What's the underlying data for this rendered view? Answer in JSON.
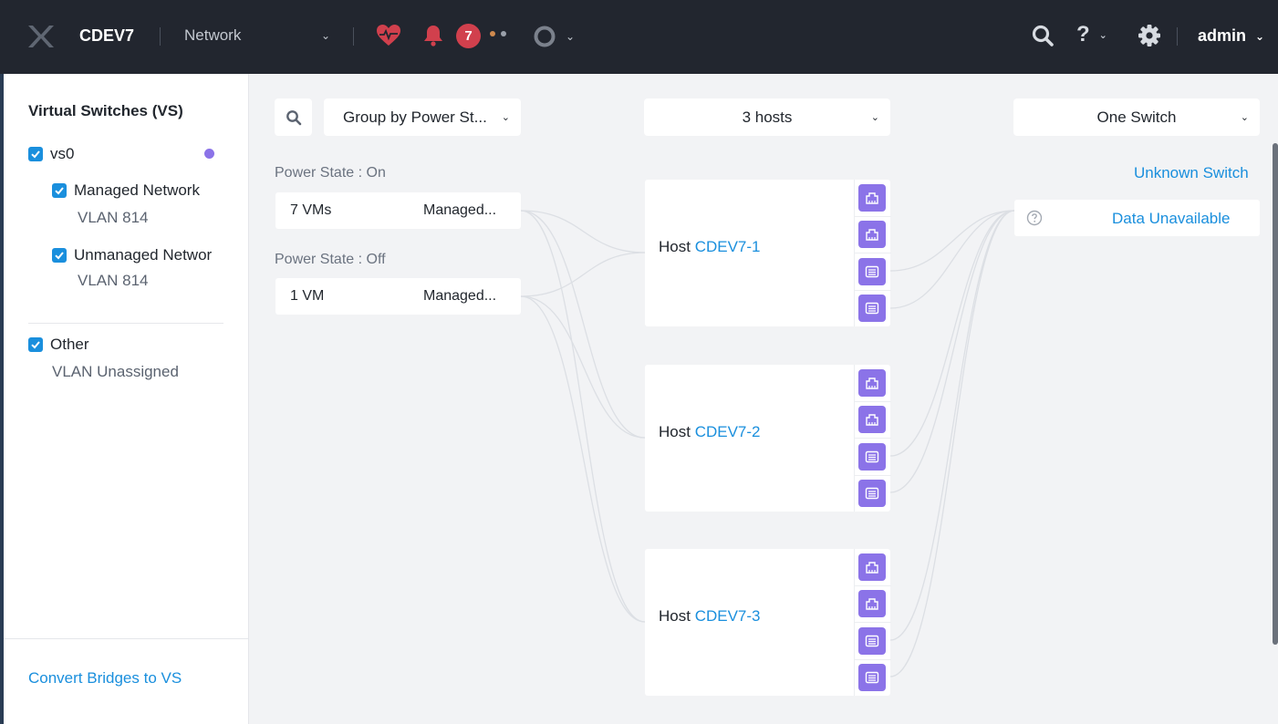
{
  "header": {
    "cluster_name": "CDEV7",
    "menu_label": "Network",
    "alert_count": "7",
    "user_label": "admin",
    "icons": [
      "nutanix-x-logo",
      "heart-icon",
      "bell-icon",
      "status-dots",
      "ring-icon",
      "search-icon",
      "help-icon",
      "gear-icon"
    ],
    "colors": {
      "bar": "#22262f",
      "alert": "#d1404d",
      "dot_orange": "#d08a4e",
      "dot_gray": "#9aa0aa"
    }
  },
  "sidebar": {
    "title": "Virtual Switches (VS)",
    "switches": [
      {
        "name": "vs0",
        "checked": true,
        "networks": [
          {
            "name": "Managed Network",
            "vlan": "VLAN 814",
            "checked": true
          },
          {
            "name": "Unmanaged Networ",
            "vlan": "VLAN 814",
            "checked": true
          }
        ]
      }
    ],
    "other": {
      "name": "Other",
      "vlan": "VLAN Unassigned",
      "checked": true
    },
    "footer_link": "Convert Bridges to VS"
  },
  "toolbar": {
    "group_by": "Group by Power St...",
    "hosts_filter": "3 hosts",
    "switch_filter": "One Switch"
  },
  "groups": [
    {
      "label": "Power State : On",
      "vms": "7 VMs",
      "network": "Managed..."
    },
    {
      "label": "Power State : Off",
      "vms": "1 VM",
      "network": "Managed..."
    }
  ],
  "hosts": [
    {
      "prefix": "Host",
      "name": "CDEV7-1"
    },
    {
      "prefix": "Host",
      "name": "CDEV7-2"
    },
    {
      "prefix": "Host",
      "name": "CDEV7-3"
    }
  ],
  "switches_panel": {
    "title": "Unknown Switch",
    "status": "Data Unavailable"
  },
  "colors": {
    "accent": "#1a8fdd",
    "port": "#8b73e8",
    "link": "#dcdfe4"
  }
}
